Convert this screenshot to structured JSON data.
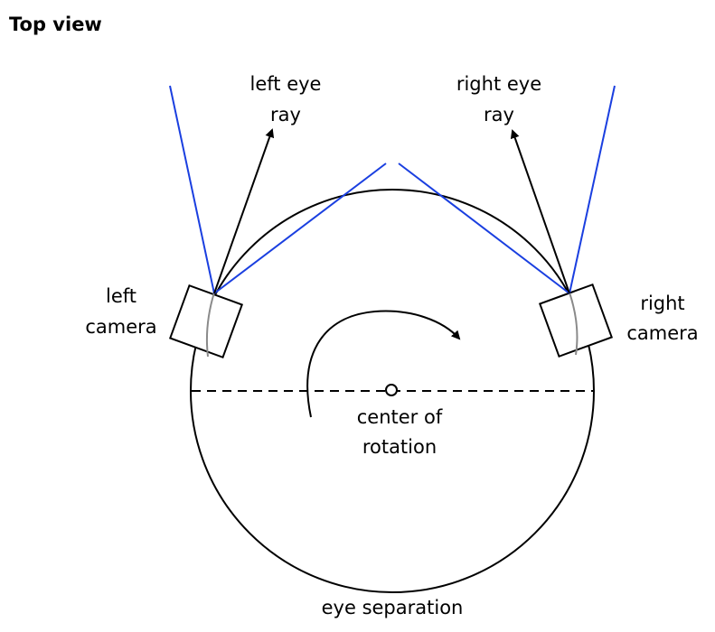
{
  "title": "Top view",
  "labels": {
    "left_eye_ray": [
      "left eye",
      "ray"
    ],
    "right_eye_ray": [
      "right eye",
      "ray"
    ],
    "left_camera": [
      "left",
      "camera"
    ],
    "right_camera": [
      "right",
      "camera"
    ],
    "center_of_rotation": [
      "center of",
      "rotation"
    ],
    "eye_separation": "eye separation"
  },
  "colors": {
    "blue_ray": "#1a3fe0",
    "stroke": "#000000",
    "arc_inside_camera": "#8a8a8a"
  }
}
